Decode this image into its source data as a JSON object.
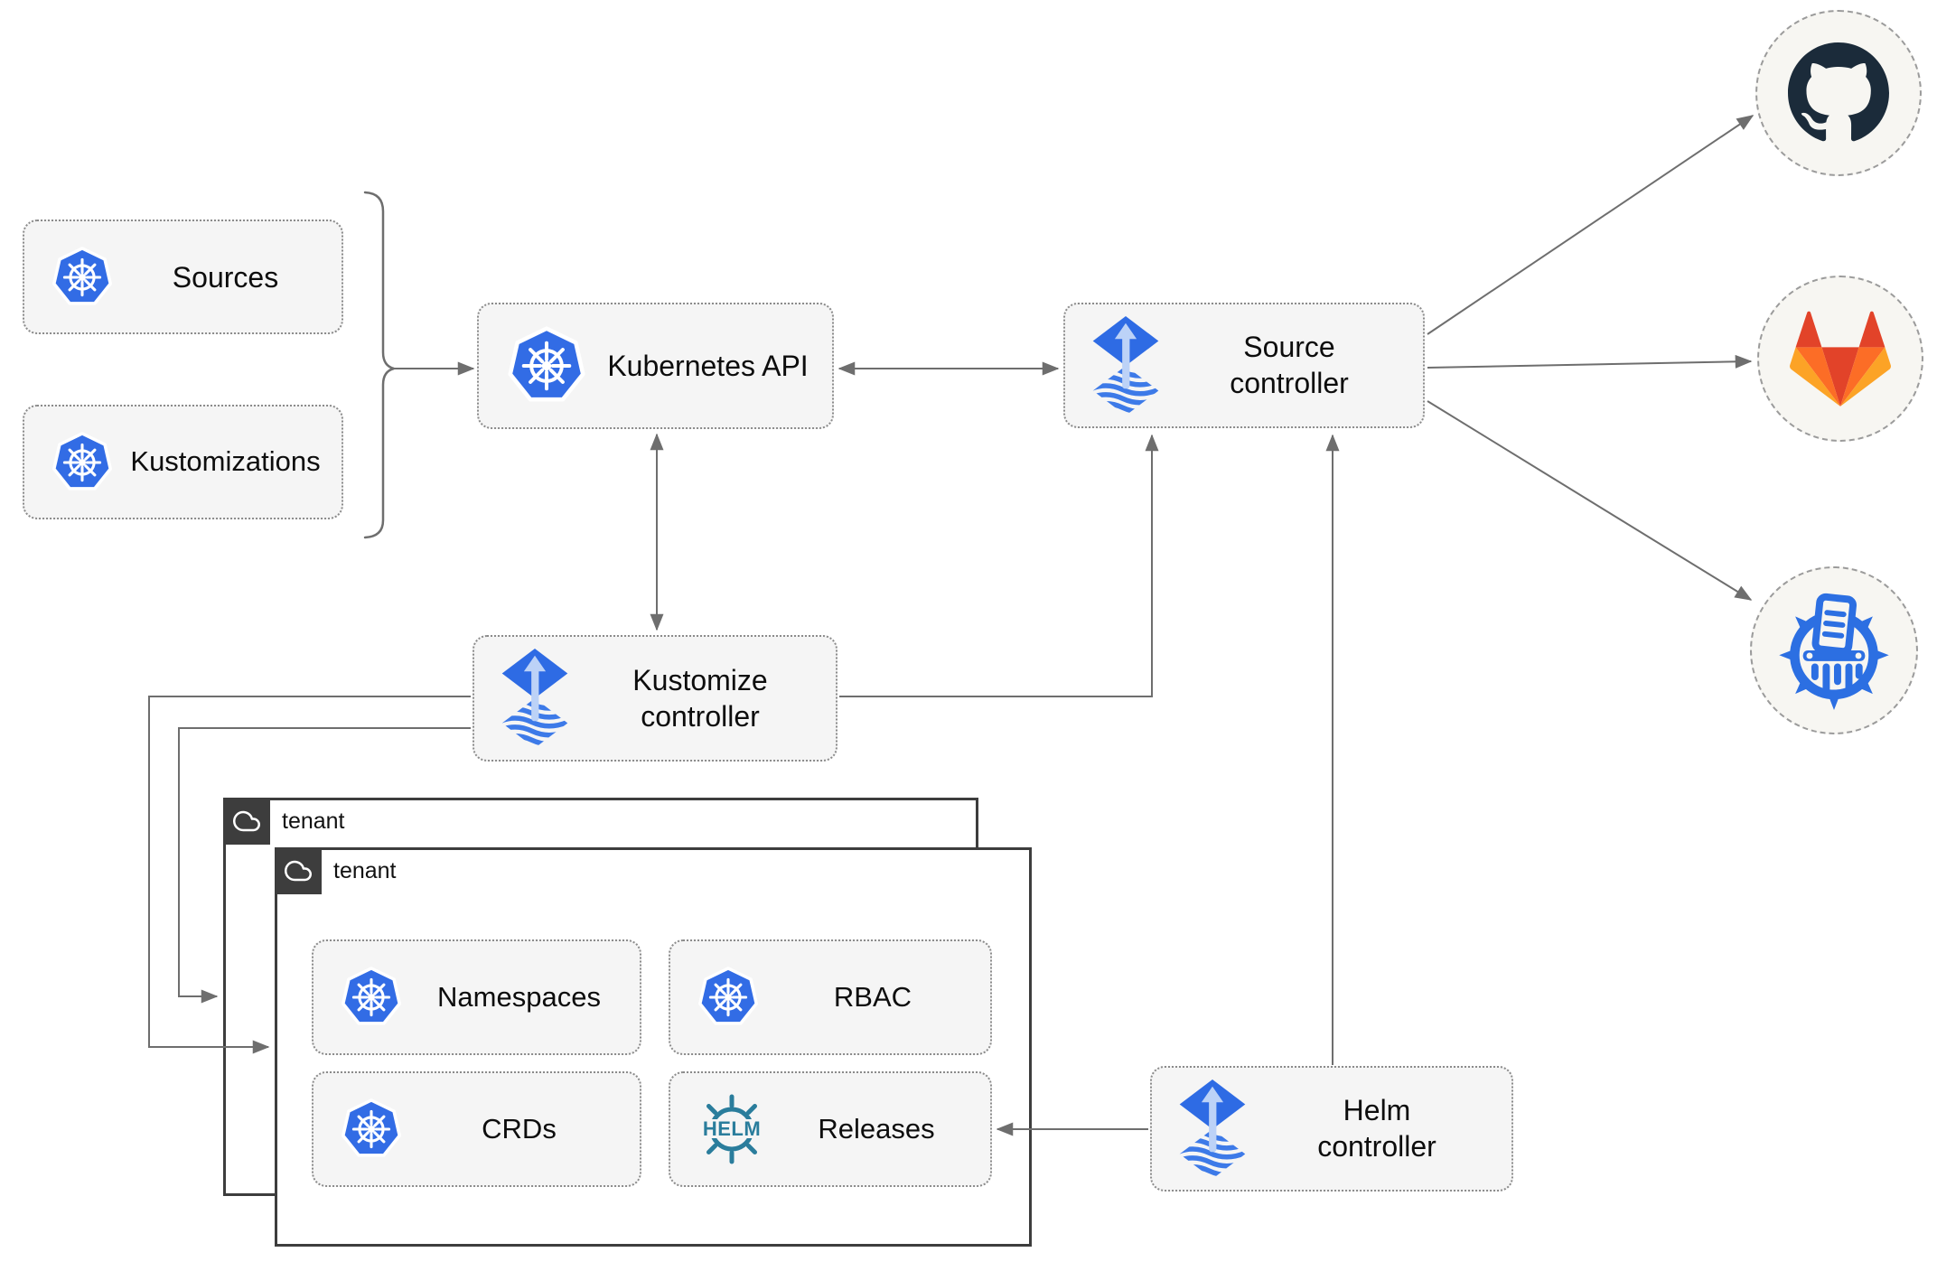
{
  "nodes": {
    "sources": {
      "label": "Sources",
      "icon": "kubernetes-icon"
    },
    "kustomizations": {
      "label": "Kustomizations",
      "icon": "kubernetes-icon"
    },
    "kubernetes_api": {
      "label": "Kubernetes API",
      "icon": "kubernetes-icon"
    },
    "source_controller": {
      "label": "Source controller",
      "icon": "flux-icon"
    },
    "kustomize_controller": {
      "label": "Kustomize controller",
      "icon": "flux-icon"
    },
    "helm_controller": {
      "label": "Helm controller",
      "icon": "flux-icon"
    },
    "namespaces": {
      "label": "Namespaces",
      "icon": "kubernetes-icon"
    },
    "rbac": {
      "label": "RBAC",
      "icon": "kubernetes-icon"
    },
    "crds": {
      "label": "CRDs",
      "icon": "kubernetes-icon"
    },
    "releases": {
      "label": "Releases",
      "icon": "helm-icon"
    }
  },
  "tenants": {
    "back": {
      "label": "tenant",
      "icon": "cloud-icon"
    },
    "front": {
      "label": "tenant",
      "icon": "cloud-icon"
    }
  },
  "endpoints": {
    "github": {
      "icon": "github-logo-icon"
    },
    "gitlab": {
      "icon": "gitlab-logo-icon"
    },
    "manifests": {
      "icon": "document-shredder-wheel-icon"
    }
  },
  "edges": [
    {
      "from": "sources+kustomizations",
      "to": "kubernetes_api",
      "style": "brace-arrow"
    },
    {
      "from": "kubernetes_api",
      "to": "source_controller",
      "style": "double-arrow"
    },
    {
      "from": "kubernetes_api",
      "to": "kustomize_controller",
      "style": "double-arrow"
    },
    {
      "from": "kustomize_controller",
      "to": "source_controller",
      "style": "arrow"
    },
    {
      "from": "helm_controller",
      "to": "source_controller",
      "style": "arrow"
    },
    {
      "from": "source_controller",
      "to": "github",
      "style": "arrow"
    },
    {
      "from": "source_controller",
      "to": "gitlab",
      "style": "arrow"
    },
    {
      "from": "source_controller",
      "to": "manifests",
      "style": "arrow"
    },
    {
      "from": "kustomize_controller",
      "to": "tenant_front",
      "style": "arrow"
    },
    {
      "from": "kustomize_controller",
      "to": "tenant_back",
      "style": "arrow"
    },
    {
      "from": "helm_controller",
      "to": "releases",
      "style": "arrow"
    }
  ],
  "colors": {
    "kubernetes_blue": "#326ce5",
    "flux_blue": "#2e6be4",
    "flux_arrow_light": "#bcd2f7",
    "helm_teal": "#2a7d9c",
    "github_dark": "#1b2b3a",
    "gitlab_red": "#e24329",
    "gitlab_orange": "#fc6d26",
    "gitlab_orange_light": "#fca326",
    "connector_gray": "#6e6e6e",
    "node_fill": "#f5f5f5",
    "tenant_border": "#3d3d3d"
  }
}
